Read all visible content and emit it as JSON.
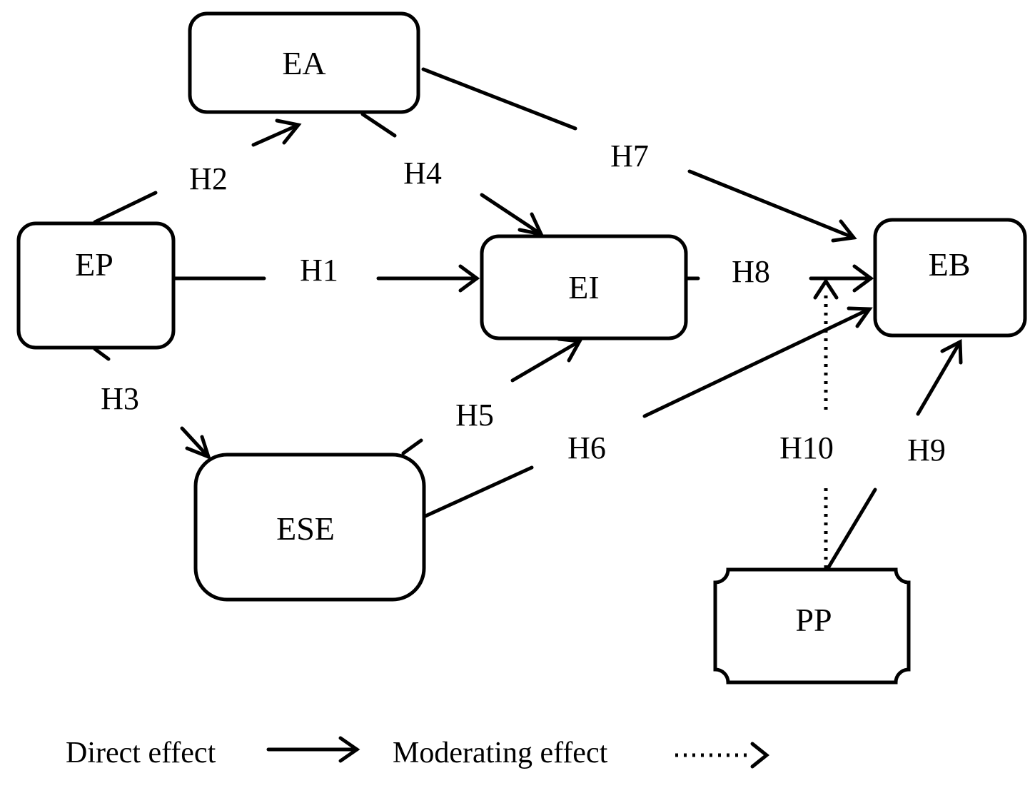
{
  "nodes": {
    "EA": "EA",
    "EP": "EP",
    "EI": "EI",
    "EB": "EB",
    "ESE": "ESE",
    "PP": "PP"
  },
  "hypotheses": {
    "H1": "H1",
    "H2": "H2",
    "H3": "H3",
    "H4": "H4",
    "H5": "H5",
    "H6": "H6",
    "H7": "H7",
    "H8": "H8",
    "H9": "H9",
    "H10": "H10"
  },
  "legend": {
    "direct": "Direct effect",
    "moderating": "Moderating effect"
  },
  "edges": [
    {
      "from": "EP",
      "to": "EI",
      "label": "H1",
      "type": "direct"
    },
    {
      "from": "EP",
      "to": "EA",
      "label": "H2",
      "type": "direct"
    },
    {
      "from": "EP",
      "to": "ESE",
      "label": "H3",
      "type": "direct"
    },
    {
      "from": "EA",
      "to": "EI",
      "label": "H4",
      "type": "direct"
    },
    {
      "from": "ESE",
      "to": "EI",
      "label": "H5",
      "type": "direct"
    },
    {
      "from": "ESE",
      "to": "EB",
      "label": "H6",
      "type": "direct"
    },
    {
      "from": "EA",
      "to": "EB",
      "label": "H7",
      "type": "direct"
    },
    {
      "from": "EI",
      "to": "EB",
      "label": "H8",
      "type": "direct"
    },
    {
      "from": "PP",
      "to": "EB",
      "label": "H9",
      "type": "direct"
    },
    {
      "from": "PP",
      "to": "EI-EB",
      "label": "H10",
      "type": "moderating"
    }
  ]
}
